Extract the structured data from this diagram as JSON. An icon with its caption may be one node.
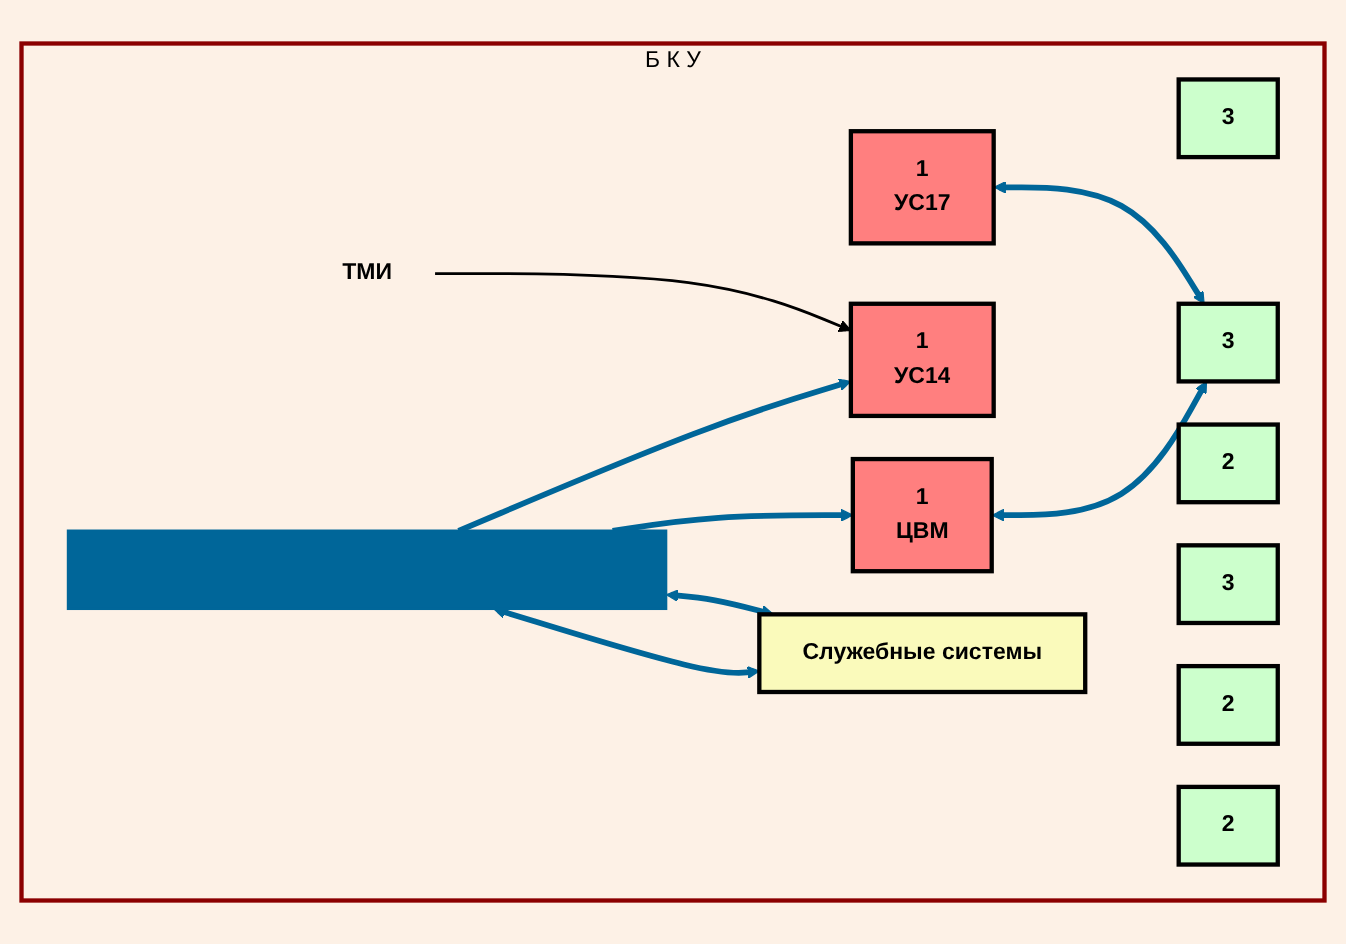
{
  "diagram": {
    "nodes": [
      {
        "text": [
          "Б К У"
        ]
      },
      {
        "text": [
          "3"
        ],
        "in": 0
      },
      {
        "text": [
          "2"
        ],
        "in": 0
      },
      {
        "text": [
          "1",
          "ЦВМ"
        ],
        "in": 0
      },
      {
        "text": [
          "3"
        ],
        "in": 0
      },
      {
        "text": [
          "2"
        ],
        "in": 0
      },
      {
        "text": [
          "1",
          "УС17"
        ],
        "in": 0
      },
      {
        "text": [],
        "shape": "bar",
        "in": 0
      },
      {
        "text": [
          "3"
        ],
        "in": 0
      },
      {
        "text": [
          "2"
        ],
        "in": 0
      },
      {
        "text": [
          "ТМИ"
        ],
        "in": 0
      },
      {
        "text": [
          "1",
          "УС14"
        ],
        "in": 0
      },
      {
        "text": [
          "Служебные системы"
        ],
        "in": 0
      }
    ],
    "edges": [
      {
        "from": 7,
        "to": 3,
        "arrow": "to"
      },
      {
        "from": 7,
        "to": 11,
        "arrow": "to"
      },
      {
        "from": 3,
        "to": 8,
        "arrow": "both"
      },
      {
        "from": 6,
        "to": 8,
        "arrow": "both"
      },
      {
        "from": 7,
        "to": 12,
        "arrow": "both"
      },
      {
        "from": 7,
        "to": 12,
        "arrow": "both"
      },
      {
        "from": 10,
        "to": 11,
        "arrow": "to",
        "color": "#000000"
      }
    ]
  }
}
